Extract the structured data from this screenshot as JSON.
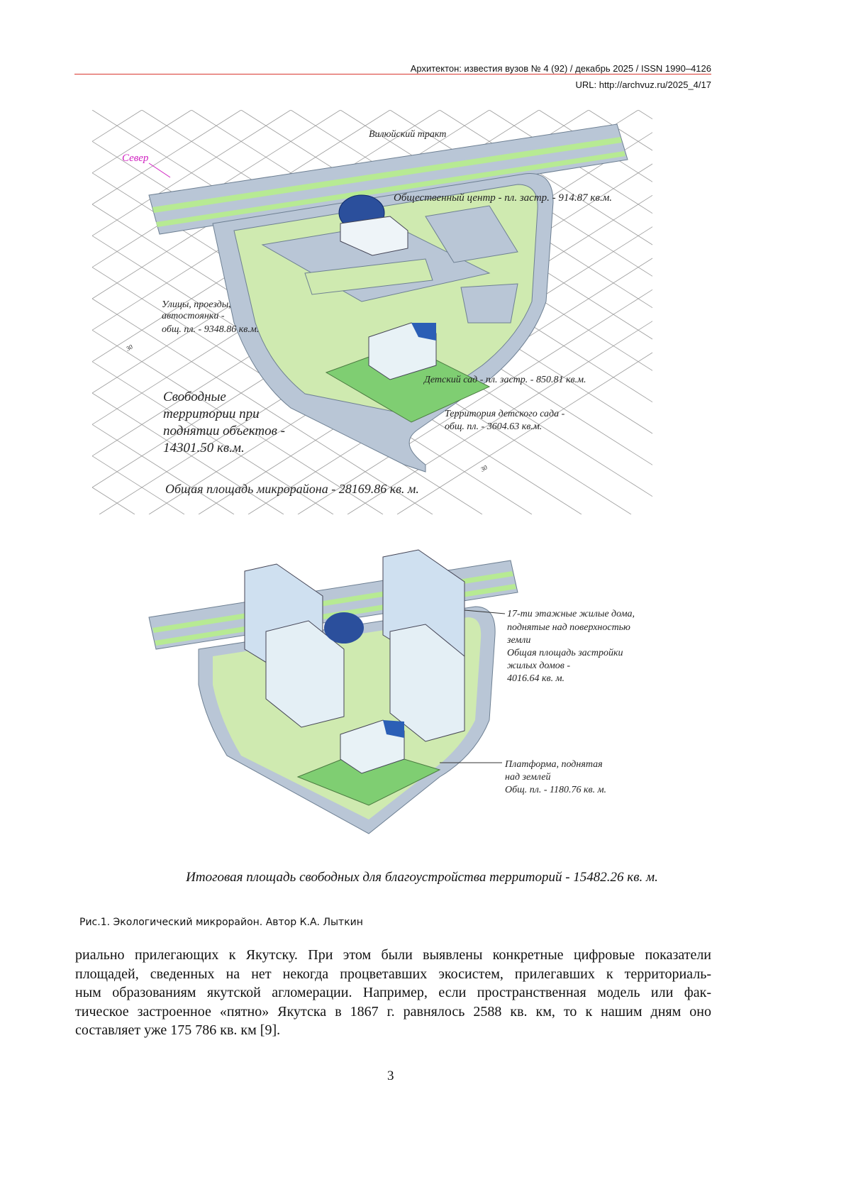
{
  "header": {
    "journal": "Архитектон: известия вузов № 4 (92) / декабрь 2025 / ISSN 1990–4126",
    "url": "URL: http://archvuz.ru/2025_4/17"
  },
  "figure_top": {
    "north": "Север",
    "road": "Вилюйский тракт",
    "public_center": "Общественный центр - пл. застр. - 914.87 кв.м.",
    "streets": [
      "Улицы, проезды,",
      "автостоянки -",
      "общ. пл. - 9348.86 кв.м."
    ],
    "free": [
      "Свободные",
      "территории при",
      "поднятии объектов -",
      "14301.50 кв.м."
    ],
    "kindergarten": "Детский сад - пл. застр. - 850.81 кв.м.",
    "kindergarten_area": [
      "Территория детского сада -",
      "общ. пл. - 3604.63 кв.м."
    ],
    "dim_left": "30",
    "dim_right": "30",
    "total": "Общая площадь микрорайона - 28169.86 кв. м."
  },
  "figure_bottom": {
    "houses": [
      "17-ти этажные жилые дома,",
      "поднятые над поверхностью",
      "земли",
      "Общая площадь застройки",
      "жилых домов -",
      "4016.64 кв. м."
    ],
    "platform": [
      "Платформа, поднятая",
      "над землей",
      "Общ. пл. - 1180.76 кв. м."
    ],
    "total": "Итоговая площадь свободных для благоустройства территорий - 15482.26 кв. м."
  },
  "caption": "Рис.1. Экологический микрорайон. Автор К.А. Лыткин",
  "body": [
    "риально прилегающих к Якутску. При этом были выявлены конкретные цифровые показатели",
    "площадей, сведенных на нет некогда процветавших экосистем, прилегавших к территориаль-",
    "ным образованиям якутской агломерации. Например, если пространственная модель или фак-",
    "тическое застроенное «пятно» Якутска в 1867 г. равнялось 2588 кв. км, то к нашим дням оно",
    "составляет уже 175 786 кв. км [9]."
  ],
  "page_number": "3",
  "colors": {
    "rule": "#d9372f",
    "north": "#d020c0",
    "green": "#cfeab0",
    "road": "#b9c6d6",
    "dark_green": "#7fce72"
  }
}
